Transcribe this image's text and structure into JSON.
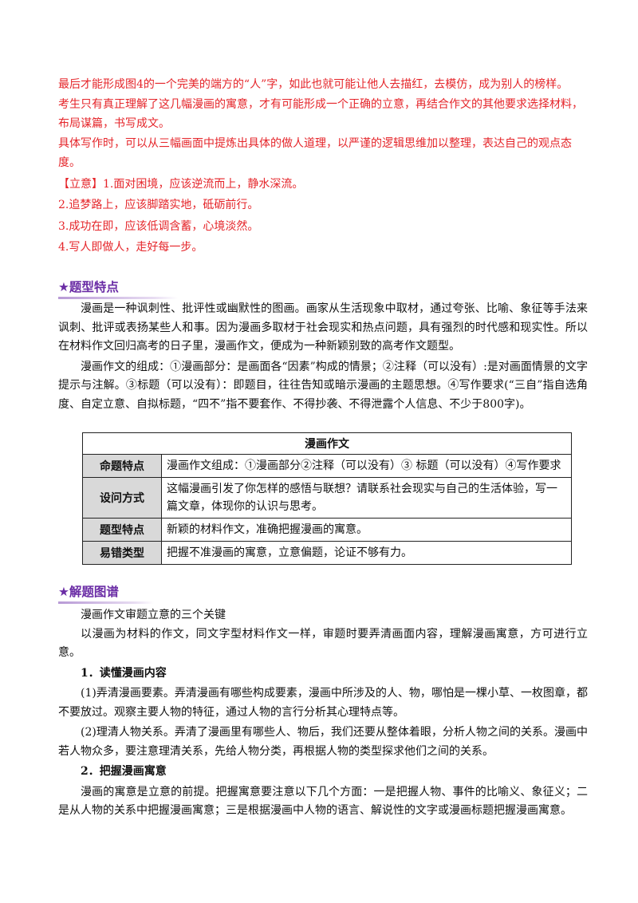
{
  "intro_red": {
    "line1": "最后才能形成图4的一个完美的端方的“人”字，如此也就可能让他人去描红，去模仿，成为别人的榜样。",
    "line2": "考生只有真正理解了这几幅漫画的寓意，才有可能形成一个正确的立意，再结合作文的其他要求选择材料，布局谋篇，书写成文。",
    "line3": "具体写作时，可以从三幅画面中提炼出具体的做人道理，以严谨的逻辑思维加以整理，表达自己的观点态度。",
    "idea1": "【立意】1.面对困境，应该逆流而上，静水深流。",
    "idea2": "2.追梦路上，应该脚踏实地，砥砺前行。",
    "idea3": "3.成功在即，应该低调含蓄，心境淡然。",
    "idea4": "4.写人即做人，走好每一步。"
  },
  "section1": {
    "heading": "★题型特点",
    "para1": "漫画是一种讽刺性、批评性或幽默性的图画。画家从生活现象中取材，通过夸张、比喻、象征等手法来讽刺、批评或表扬某些人和事。因为漫画多取材于社会现实和热点问题，具有强烈的时代感和现实性。所以在材料作文回归高考的日子里，漫画作文，便成为一种新颖别致的高考作文题型。",
    "para2": "漫画作文的组成：①漫画部分：是画面各“因素”构成的情景；②注释（可以没有）:是对画面情景的文字提示与注解。③标题（可以没有）：即题目，往往告知或暗示漫画的主题思想。④写作要求(“三自”指自选角度、自定立意、自拟标题，“四不”指不要套作、不得抄袭、不得泄露个人信息、不少于800字)。"
  },
  "table": {
    "title": "漫画作文",
    "rows": [
      {
        "label": "命题特点",
        "value": "漫画作文组成：①漫画部分②注释（可以没有）③ 标题（可以没有）④写作要求"
      },
      {
        "label": "设问方式",
        "value": "这幅漫画引发了你怎样的感悟与联想？请联系社会现实与自己的生活体验，写一篇文章，体现你的认识与思考。"
      },
      {
        "label": "题型特点",
        "value": "新颖的材料作文，准确把握漫画的寓意。"
      },
      {
        "label": "易错类型",
        "value": "把握不准漫画的寓意，立意偏题，论证不够有力。"
      }
    ]
  },
  "section2": {
    "heading": "★解题图谱",
    "line1": "漫画作文审题立意的三个关键",
    "line2": "以漫画为材料的作文，同文字型材料作文一样，审题时要弄清画面内容，理解漫画寓意，方可进行立意。",
    "sub1": "1．读懂漫画内容",
    "p1": "(1)弄清漫画要素。弄清漫画有哪些构成要素，漫画中所涉及的人、物，哪怕是一棵小草、一枚图章，都不要放过。观察主要人物的特征，通过人物的言行分析其心理特点等。",
    "p2": "(2)理清人物关系。弄清了漫画里有哪些人、物后，我们还要从整体着眼，分析人物之间的关系。漫画中若人物众多，要注意理清关系，先给人物分类，再根据人物的类型探求他们之间的关系。",
    "sub2": "2．把握漫画寓意",
    "p3": "漫画的寓意是立意的前提。把握寓意要注意以下几个方面：一是把握人物、事件的比喻义、象征义；二是从人物的关系中把握漫画寓意；三是根据漫画中人物的语言、解说性的文字或漫画标题把握漫画寓意。"
  }
}
